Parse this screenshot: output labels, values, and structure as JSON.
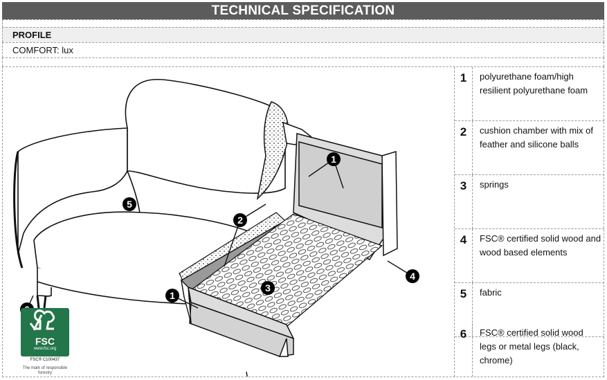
{
  "header": {
    "title": "TECHNICAL SPECIFICATION"
  },
  "profile": {
    "label": "PROFILE",
    "comfort": "COMFORT: lux"
  },
  "callouts": [
    "1",
    "2",
    "3",
    "4",
    "5",
    "6"
  ],
  "legend": [
    {
      "num": "1",
      "text": "polyurethane foam/high resilient polyurethane foam"
    },
    {
      "num": "2",
      "text": "cushion chamber with mix of feather and silicone balls"
    },
    {
      "num": "3",
      "text": "springs"
    },
    {
      "num": "4",
      "text": "FSC® certified solid wood and wood based elements"
    },
    {
      "num": "5",
      "text": "fabric"
    },
    {
      "num": "6",
      "text": "FSC® certified solid wood legs or metal legs (black, chrome)"
    }
  ],
  "fsc": {
    "word": "FSC",
    "url": "www.fsc.org",
    "code": "FSC® C100437",
    "mark": "The mark of responsible forestry",
    "color": "#23764a"
  }
}
